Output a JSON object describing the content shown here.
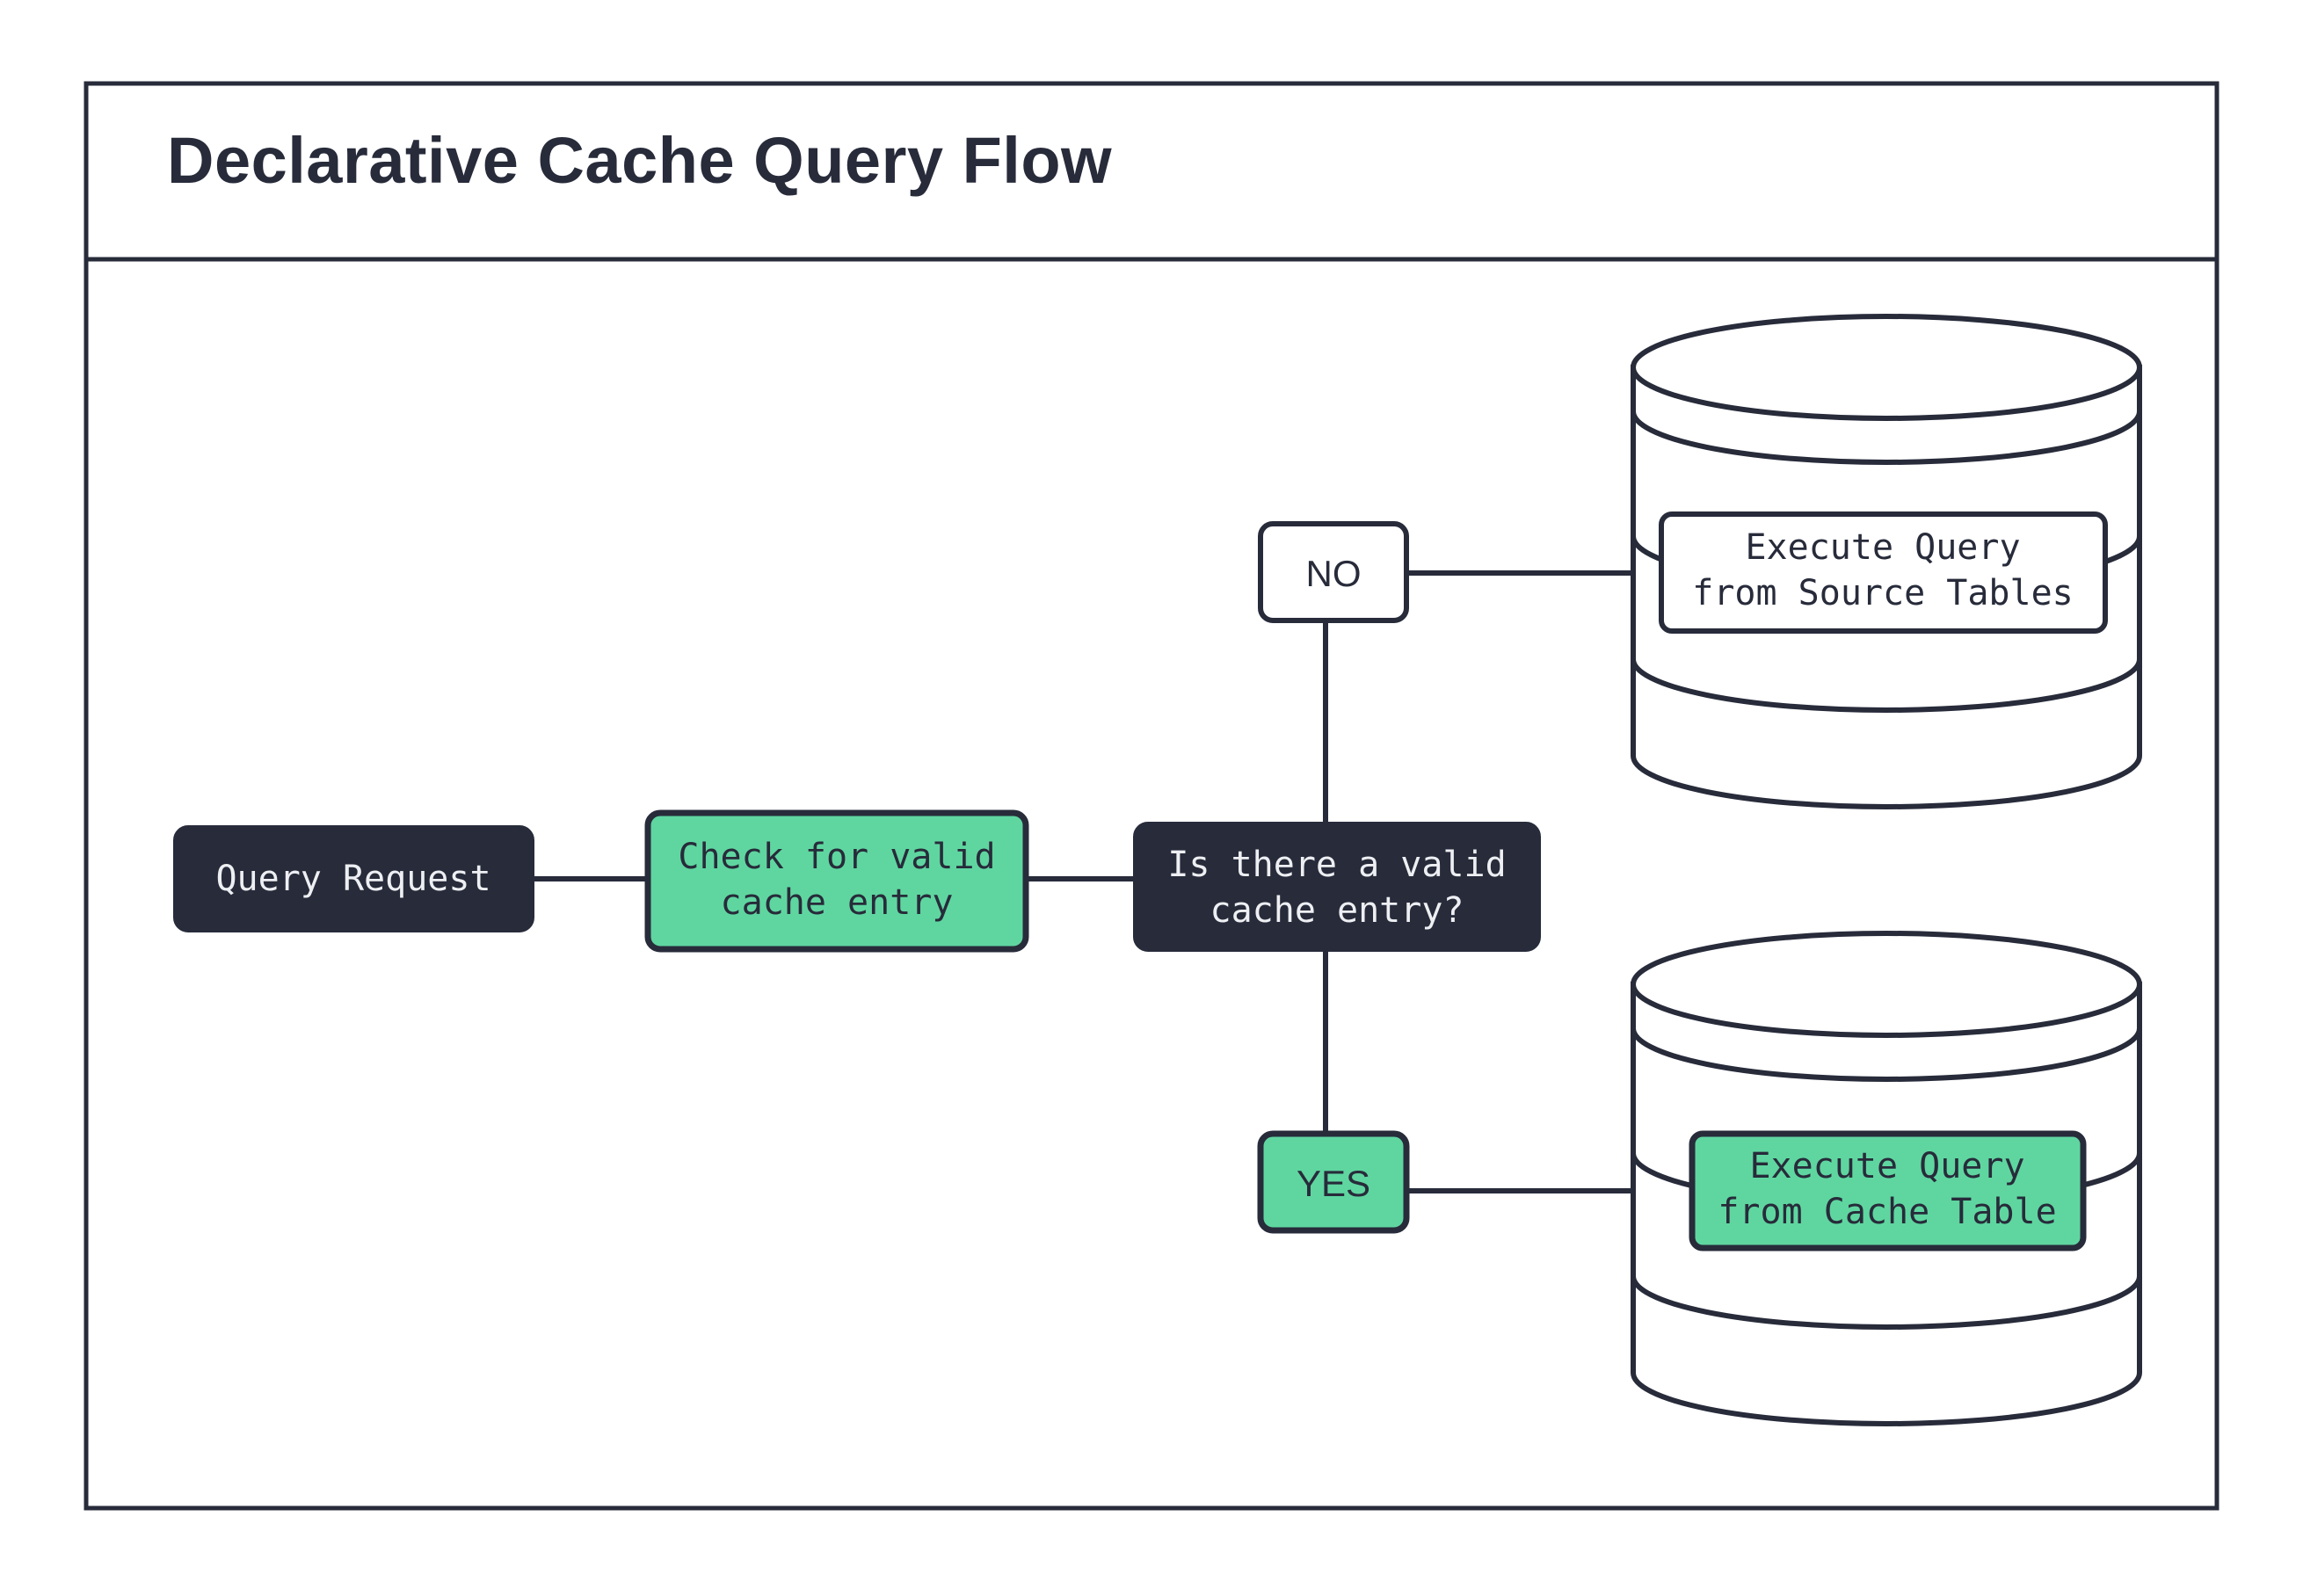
{
  "diagram": {
    "title": "Declarative Cache Query Flow",
    "background_color": "#ffffff",
    "frame_color": "#272B3A",
    "accent_green": "#5FD6A0",
    "dark_navy": "#272B3A",
    "light_text": "#EDEFF2"
  },
  "nodes": {
    "start": {
      "label": "Query Request",
      "style": "dark-filled"
    },
    "check": {
      "label_line1": "Check for valid",
      "label_line2": "cache entry",
      "style": "green-filled"
    },
    "decision": {
      "label_line1": "Is there a valid",
      "label_line2": "cache entry?",
      "style": "dark-filled"
    },
    "branch_no": {
      "label": "NO",
      "style": "white-filled"
    },
    "branch_yes": {
      "label": "YES",
      "style": "green-filled"
    },
    "source_db": {
      "label_line1": "Execute Query",
      "label_line2": "from Source Tables",
      "style": "white-filled",
      "shape": "cylinder"
    },
    "cache_db": {
      "label_line1": "Execute Query",
      "label_line2": "from Cache Table",
      "style": "green-filled",
      "shape": "cylinder"
    }
  }
}
